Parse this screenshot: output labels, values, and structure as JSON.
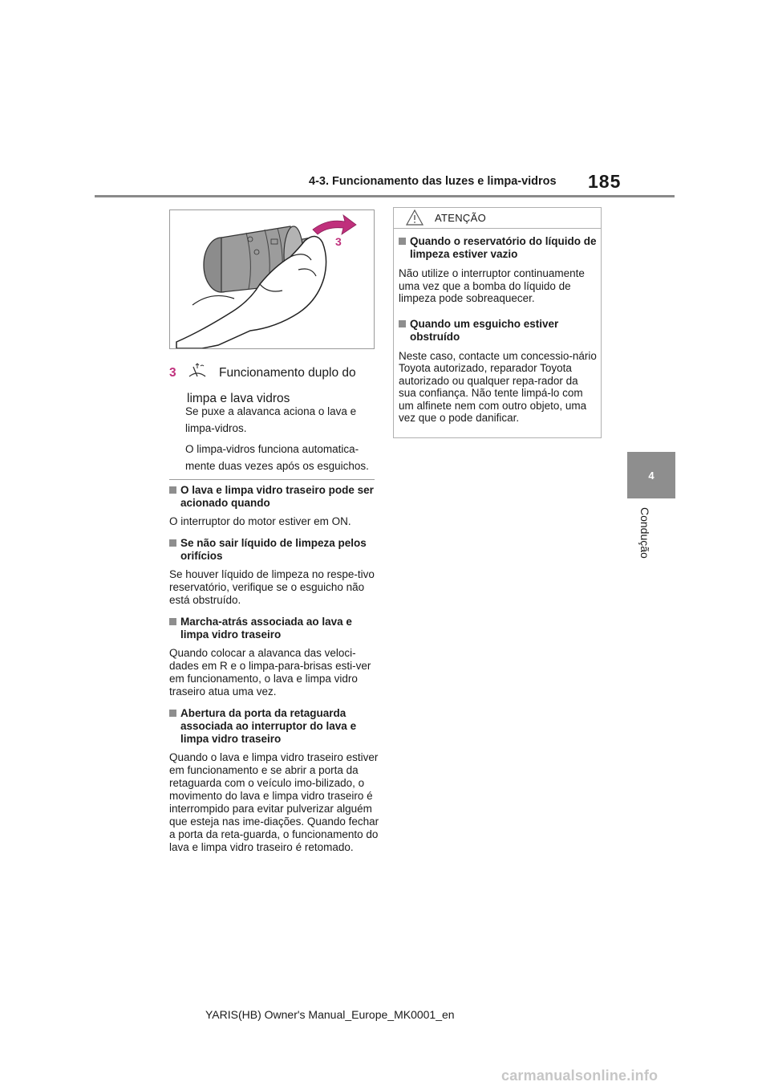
{
  "header": {
    "section_title": "4-3. Funcionamento das luzes e limpa-vidros",
    "page_number": "185"
  },
  "side_tab": {
    "chapter_number": "4",
    "chapter_label": "Condução"
  },
  "figure": {
    "callout": "3"
  },
  "item": {
    "number": "3",
    "title_line1": "Funcionamento duplo do",
    "title_line2": "limpa e lava vidros",
    "body": [
      "Se puxe a alavanca aciona o lava e limpa-vidros.",
      "O limpa-vidros funciona automatica-mente duas vezes após os esguichos."
    ]
  },
  "notes": [
    {
      "title": "O lava e limpa vidro traseiro pode ser acionado quando",
      "body": "O interruptor do motor estiver em ON."
    },
    {
      "title": "Se não sair líquido de limpeza pelos orifícios",
      "body": "Se houver líquido de limpeza no respe-tivo reservatório, verifique se o esguicho não está obstruído."
    },
    {
      "title": "Marcha-atrás associada ao lava e limpa vidro traseiro",
      "body": "Quando colocar a alavanca das veloci-dades em R e o limpa-para-brisas esti-ver em funcionamento, o lava e limpa vidro traseiro atua uma vez."
    },
    {
      "title": "Abertura da porta da retaguarda associada ao interruptor do lava e limpa vidro traseiro",
      "body": "Quando o lava e limpa vidro traseiro estiver em funcionamento e se abrir a porta da retaguarda com o veículo imo-bilizado, o movimento do lava e limpa vidro traseiro é interrompido para evitar pulverizar alguém que esteja nas ime-diações. Quando fechar a porta da reta-guarda, o funcionamento do lava e limpa vidro traseiro é retomado."
    }
  ],
  "warning": {
    "label": "ATENÇÃO",
    "sections": [
      {
        "title": "Quando o reservatório do líquido de limpeza estiver vazio",
        "body": "Não utilize o interruptor continuamente uma vez que a bomba do líquido de limpeza pode sobreaquecer."
      },
      {
        "title": "Quando um esguicho estiver obstruído",
        "body": "Neste caso, contacte um concessio-nário Toyota autorizado, reparador Toyota autorizado ou qualquer repa-rador da sua confiança. Não tente limpá-lo com um alfinete nem com outro objeto, uma vez que o pode danificar."
      }
    ]
  },
  "footer": {
    "manual_id": "YARIS(HB) Owner's Manual_Europe_MK0001_en",
    "watermark": "carmanualsonline.info"
  },
  "colors": {
    "accent_magenta": "#c0307c",
    "tab_gray": "#8e8e8e",
    "rule_gray": "#8a8a8a"
  }
}
